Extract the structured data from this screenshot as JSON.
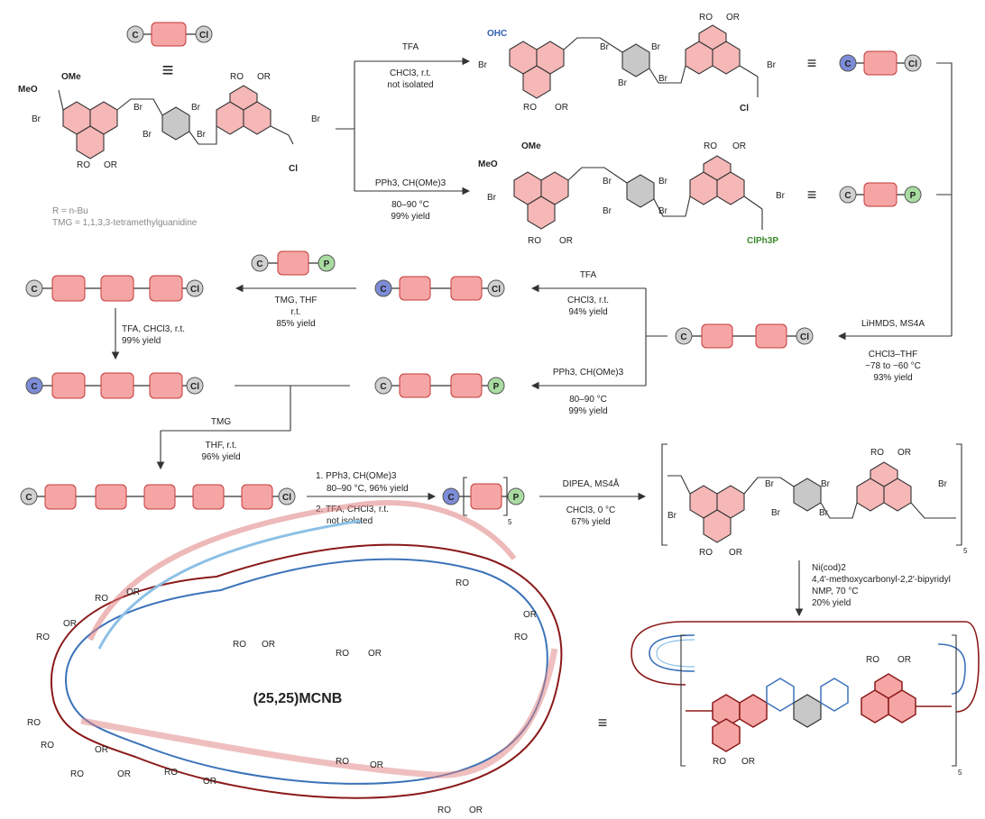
{
  "colors": {
    "pink": "#f6a5a5",
    "pink_stroke": "#c33a3a",
    "grey_circle": "#d0d0d0",
    "blue_circle": "#7d8cd6",
    "green_circle": "#a8dca0",
    "dark_red": "#8b1a1a",
    "blue_line": "#3b73b9",
    "light_blue": "#8cc0e6"
  },
  "block_labels": {
    "c": "C",
    "cl": "Cl",
    "p": "P"
  },
  "legend": {
    "r_def": "R = n-Bu",
    "tmg_def": "TMG = 1,1,3,3-tetramethylguanidine"
  },
  "molecule_labels": {
    "ome": "OMe",
    "meo": "MeO",
    "br": "Br",
    "ro": "RO",
    "or": "OR",
    "cl": "Cl",
    "ohc": "OHC",
    "clph3p": "ClPh3P"
  },
  "reactions": {
    "r1": {
      "reagent": "TFA",
      "conditions": [
        "CHCl3, r.t.",
        "not isolated"
      ]
    },
    "r2": {
      "reagent": "PPh3, CH(OMe)3",
      "conditions": [
        "80–90 °C",
        "99% yield"
      ]
    },
    "r3": {
      "reagent": "LiHMDS, MS4A",
      "conditions": [
        "CHCl3–THF",
        "−78 to −60 °C",
        "93% yield"
      ]
    },
    "r4": {
      "reagent": "TFA",
      "conditions": [
        "CHCl3, r.t.",
        "94% yield"
      ]
    },
    "r5": {
      "reagent": "PPh3, CH(OMe)3",
      "conditions": [
        "80–90 °C",
        "99% yield"
      ]
    },
    "r6": {
      "reagent": "",
      "conditions": [
        "TMG, THF",
        "r.t.",
        "85% yield"
      ]
    },
    "r7": {
      "reagent": "TFA, CHCl3, r.t.",
      "conditions": [
        "99% yield"
      ]
    },
    "r8": {
      "reagent": "TMG",
      "conditions": [
        "THF, r.t.",
        "96% yield"
      ]
    },
    "r9": {
      "reagent": "1. PPh3, CH(OMe)3",
      "conditions": [
        "80–90 °C, 96% yield",
        "2. TFA, CHCl3, r.t.",
        "not isolated"
      ]
    },
    "r10": {
      "reagent": "DIPEA, MS4Å",
      "conditions": [
        "CHCl3, 0 °C",
        "67% yield"
      ]
    },
    "r11": {
      "reagent": "Ni(cod)2",
      "conditions": [
        "4,4′-methoxycarbonyl-2,2′-bipyridyl",
        "NMP, 70 °C",
        "20% yield"
      ]
    }
  },
  "subscript_5": "5",
  "product": {
    "name": "(25,25)MCNB"
  },
  "equivalence": "≡"
}
